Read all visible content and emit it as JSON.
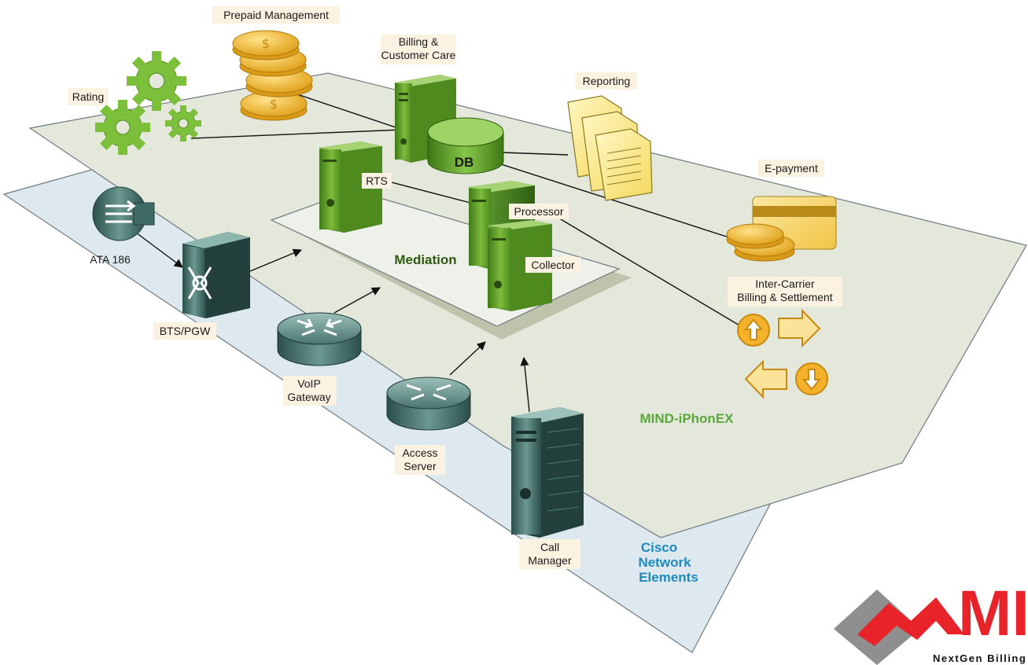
{
  "planes": {
    "mind": {
      "title": "MIND-iPhonEX"
    },
    "cisco": {
      "title_lines": [
        "Cisco",
        "Network",
        "Elements"
      ]
    },
    "mediation": {
      "title": "Mediation"
    }
  },
  "nodes": {
    "prepaid": "Prepaid Management",
    "billing": [
      "Billing &",
      "Customer Care"
    ],
    "rating": "Rating",
    "reporting": "Reporting",
    "db": "DB",
    "rts": "RTS",
    "processor": "Processor",
    "collector": "Collector",
    "epayment": "E-payment",
    "intercarrier": [
      "Inter-Carrier",
      "Billing & Settlement"
    ],
    "ata": "ATA 186",
    "bts": "BTS/PGW",
    "voip": [
      "VoIP",
      "Gateway"
    ],
    "access": [
      "Access",
      "Server"
    ],
    "callmanager": [
      "Call",
      "Manager"
    ]
  },
  "logo": {
    "mark": "MI",
    "tagline": "NextGen Billing"
  },
  "colors": {
    "mind_plane": "#e3e8da",
    "cisco_plane": "#dde8ef",
    "mediation_plane": "#eef0ea",
    "server_green": "#5f9a2a",
    "gear_green": "#7bbf3a",
    "coin_gold": "#f0b52a",
    "logo_red": "#e8232a",
    "logo_grey": "#8f8f8f"
  }
}
